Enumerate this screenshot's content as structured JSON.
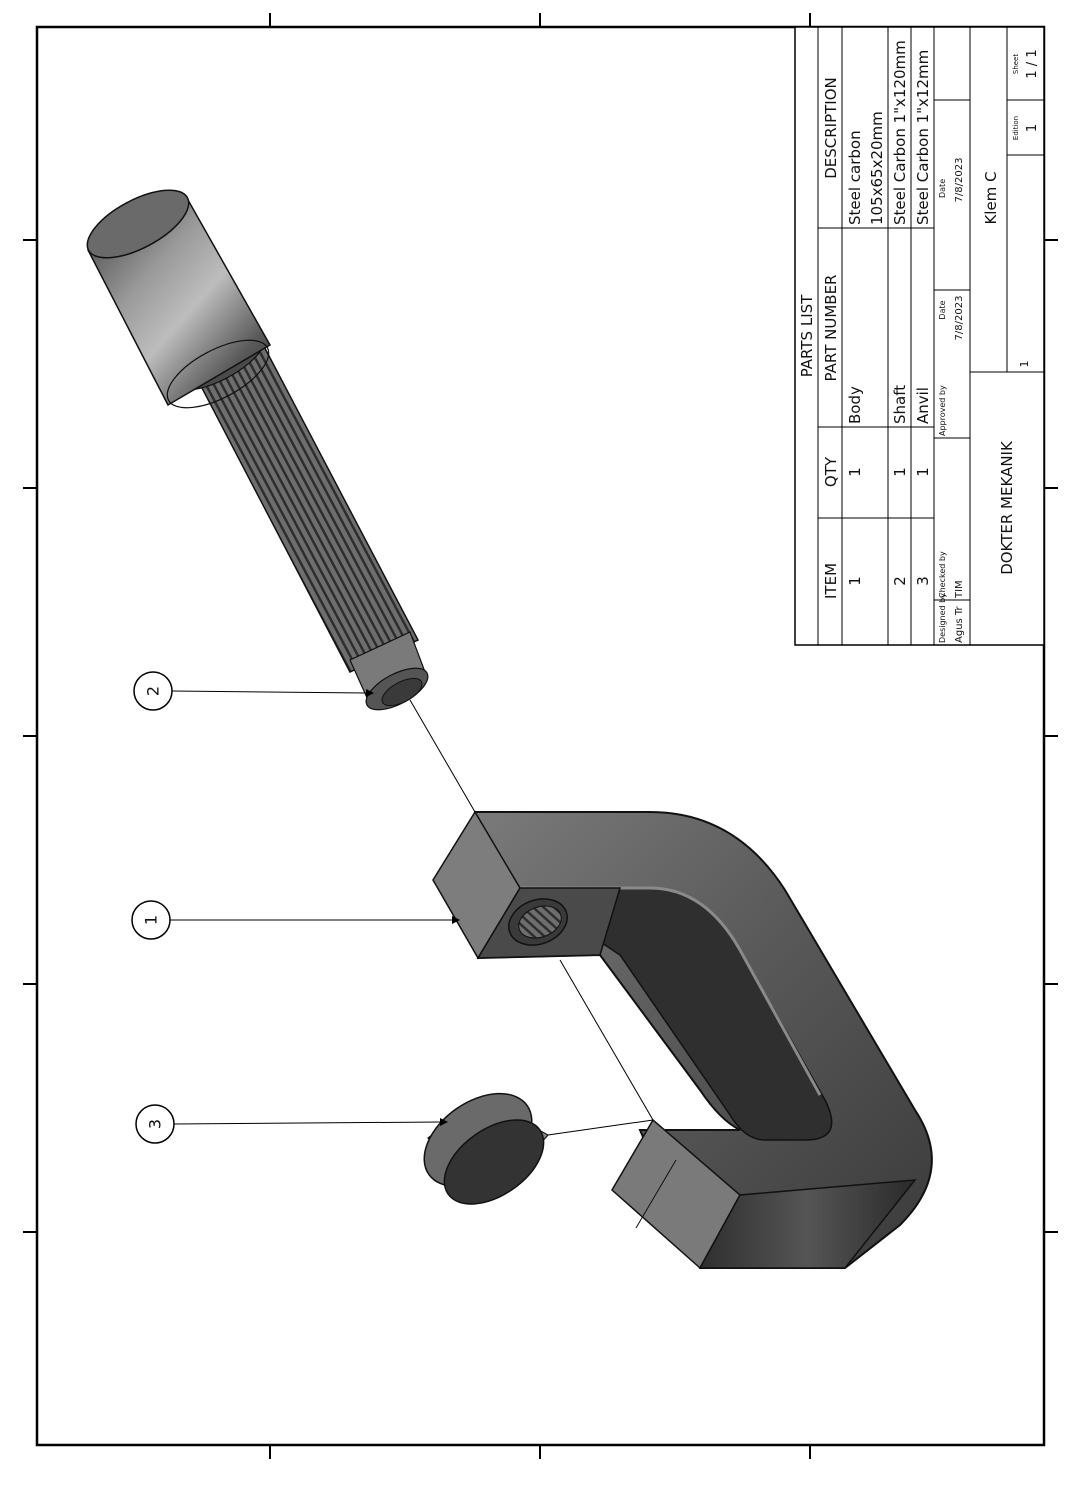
{
  "balloons": [
    {
      "label": "1",
      "part": "Body"
    },
    {
      "label": "2",
      "part": "Shaft"
    },
    {
      "label": "3",
      "part": "Anvil"
    }
  ],
  "parts_list": {
    "title": "PARTS LIST",
    "headers": {
      "item": "ITEM",
      "qty": "QTY",
      "part_number": "PART NUMBER",
      "description": "DESCRIPTION"
    },
    "rows": [
      {
        "item": "1",
        "qty": "1",
        "part_number": "Body",
        "description": [
          "Steel carbon",
          "105x65x20mm"
        ]
      },
      {
        "item": "2",
        "qty": "1",
        "part_number": "Shaft",
        "description": [
          "Steel Carbon 1\"x120mm"
        ]
      },
      {
        "item": "3",
        "qty": "1",
        "part_number": "Anvil",
        "description": [
          "Steel Carbon 1\"x12mm"
        ]
      }
    ]
  },
  "title_block": {
    "designed_by_label": "Designed by",
    "designed_by": "Agus Tr",
    "checked_by_label": "Checked by",
    "checked_by": "TIM",
    "approved_by_label": "Approved by",
    "approved_by": "",
    "date_label": "Date",
    "date1": "7/8/2023",
    "date2": "7/8/2023",
    "company": "DOKTER MEKANIK",
    "drawing_title": "Klem C",
    "drawing_number": "1",
    "edition_label": "Edition",
    "edition": "1",
    "sheet_label": "Sheet",
    "sheet": "1 / 1"
  },
  "colors": {
    "steel_dark": "#3f3f3f",
    "steel_mid": "#6a6a6a",
    "steel_light": "#9a9a9a",
    "line": "#000000"
  }
}
